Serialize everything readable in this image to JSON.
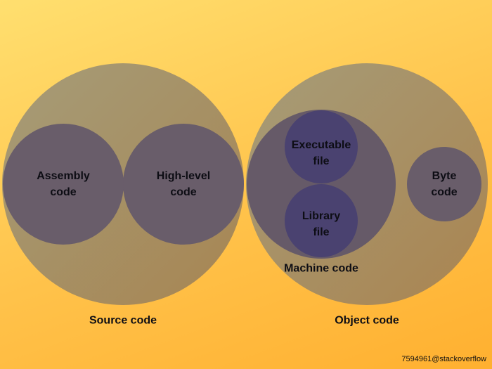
{
  "colors": {
    "outer_circle": "#9e8c70",
    "inner_circle": "#5f5468",
    "innermost_circle": "#3f3a6a"
  },
  "source": {
    "label": "Source code",
    "assembly": [
      "Assembly",
      "code"
    ],
    "high_level": [
      "High-level",
      "code"
    ]
  },
  "object": {
    "label": "Object code",
    "machine_label": "Machine code",
    "executable": [
      "Executable",
      "file"
    ],
    "library": [
      "Library",
      "file"
    ],
    "byte": [
      "Byte",
      "code"
    ]
  },
  "credit": "7594961@stackoverflow"
}
